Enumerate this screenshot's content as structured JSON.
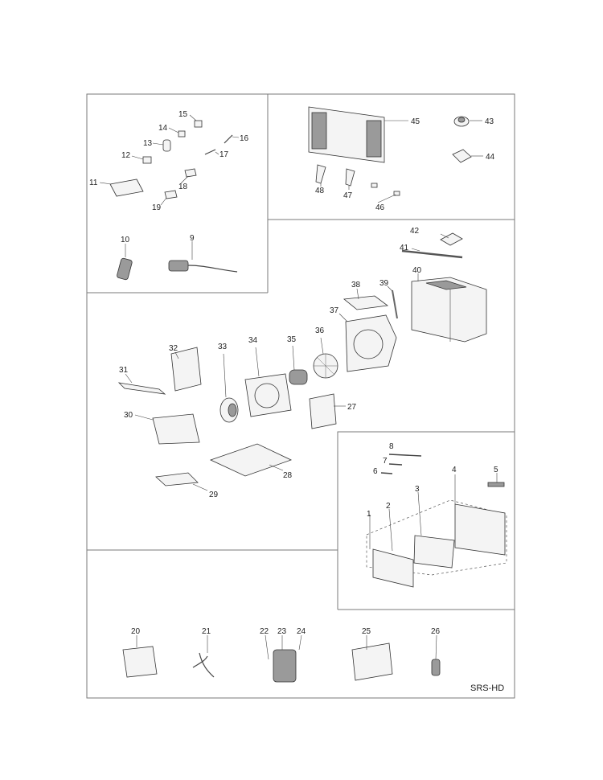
{
  "diagram_code": "SRS-HD",
  "parts": [
    {
      "id": "1",
      "label": "1"
    },
    {
      "id": "2",
      "label": "2"
    },
    {
      "id": "3",
      "label": "3"
    },
    {
      "id": "4",
      "label": "4"
    },
    {
      "id": "5",
      "label": "5"
    },
    {
      "id": "6",
      "label": "6"
    },
    {
      "id": "7",
      "label": "7"
    },
    {
      "id": "8",
      "label": "8"
    },
    {
      "id": "9",
      "label": "9"
    },
    {
      "id": "10",
      "label": "10"
    },
    {
      "id": "11",
      "label": "11"
    },
    {
      "id": "12",
      "label": "12"
    },
    {
      "id": "13",
      "label": "13"
    },
    {
      "id": "14",
      "label": "14"
    },
    {
      "id": "15",
      "label": "15"
    },
    {
      "id": "16",
      "label": "16"
    },
    {
      "id": "17",
      "label": "17"
    },
    {
      "id": "18",
      "label": "18"
    },
    {
      "id": "19",
      "label": "19"
    },
    {
      "id": "20",
      "label": "20"
    },
    {
      "id": "21",
      "label": "21"
    },
    {
      "id": "22",
      "label": "22"
    },
    {
      "id": "23",
      "label": "23"
    },
    {
      "id": "24",
      "label": "24"
    },
    {
      "id": "25",
      "label": "25"
    },
    {
      "id": "26",
      "label": "26"
    },
    {
      "id": "27",
      "label": "27"
    },
    {
      "id": "28",
      "label": "28"
    },
    {
      "id": "29",
      "label": "29"
    },
    {
      "id": "30",
      "label": "30"
    },
    {
      "id": "31",
      "label": "31"
    },
    {
      "id": "32",
      "label": "32"
    },
    {
      "id": "33",
      "label": "33"
    },
    {
      "id": "34",
      "label": "34"
    },
    {
      "id": "35",
      "label": "35"
    },
    {
      "id": "36",
      "label": "36"
    },
    {
      "id": "37",
      "label": "37"
    },
    {
      "id": "38",
      "label": "38"
    },
    {
      "id": "39",
      "label": "39"
    },
    {
      "id": "40",
      "label": "40"
    },
    {
      "id": "41",
      "label": "41"
    },
    {
      "id": "42",
      "label": "42"
    },
    {
      "id": "43",
      "label": "43"
    },
    {
      "id": "44",
      "label": "44"
    },
    {
      "id": "45",
      "label": "45"
    },
    {
      "id": "46",
      "label": "46"
    },
    {
      "id": "47",
      "label": "47"
    },
    {
      "id": "48",
      "label": "48"
    }
  ]
}
